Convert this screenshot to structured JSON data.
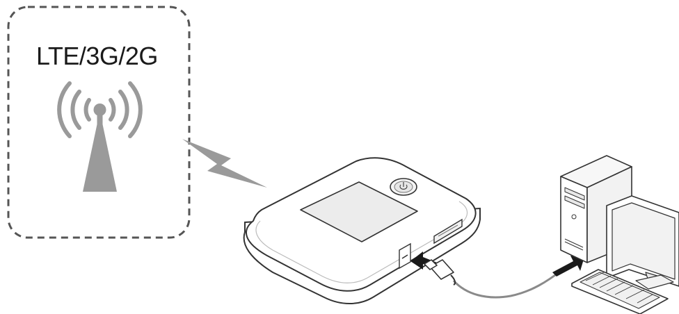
{
  "network_box": {
    "label": "LTE/3G/2G"
  },
  "icons": {
    "tower": "cell-tower-icon",
    "wireless_link": "lightning-bolt-icon",
    "router": "mobile-wifi-router",
    "usb_cable": "usb-cable",
    "computer": "desktop-computer"
  },
  "colors": {
    "stroke": "#333333",
    "icon_gray": "#9a9a9a",
    "dash_border": "#555555",
    "screen_fill": "#ececec",
    "arrow_fill": "#1a1a1a",
    "cable": "#8a8a8a"
  }
}
